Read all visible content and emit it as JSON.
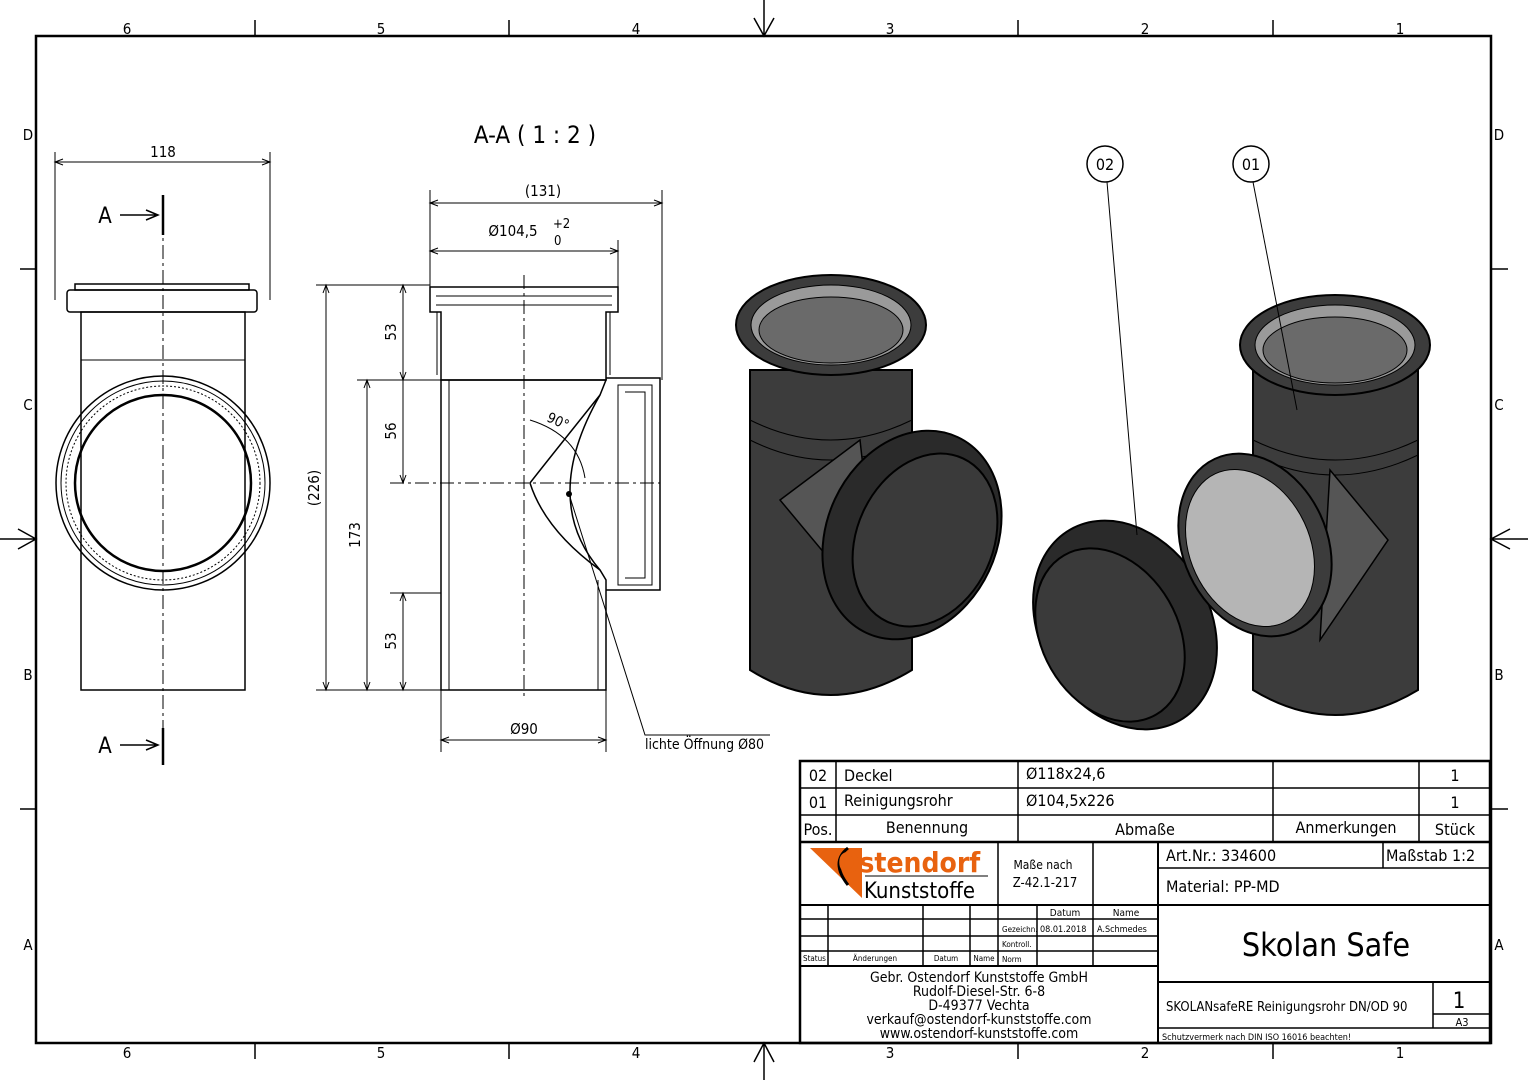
{
  "frame": {
    "columns": [
      "6",
      "5",
      "4",
      "3",
      "2",
      "1"
    ],
    "rows": [
      "D",
      "C",
      "B",
      "A"
    ]
  },
  "front_view": {
    "width_dim": "118",
    "section_marker": "A"
  },
  "section_view": {
    "title": "A-A ( 1 : 2 )",
    "dim_overall_width": "(131)",
    "dim_socket_dia": "Ø104,5",
    "dim_socket_tol_upper": "+2",
    "dim_socket_tol_lower": "0",
    "dim_total_height": "(226)",
    "dim_173": "173",
    "dim_top": "53",
    "dim_mid": "56",
    "dim_bottom": "53",
    "angle": "90°",
    "dim_pipe_dia": "Ø90",
    "opening_note": "lichte Öffnung  Ø80"
  },
  "balloons": [
    "02",
    "01"
  ],
  "parts_list": {
    "rows": [
      {
        "pos": "02",
        "name": "Deckel",
        "dims": "Ø118x24,6",
        "notes": "",
        "qty": "1"
      },
      {
        "pos": "01",
        "name": "Reinigungsrohr",
        "dims": "Ø104,5x226",
        "notes": "",
        "qty": "1"
      }
    ],
    "header": {
      "pos": "Pos.",
      "name": "Benennung",
      "dims": "Abmaße",
      "notes": "Anmerkungen",
      "qty": "Stück"
    }
  },
  "title_block": {
    "logo_top": "Ostendorf",
    "logo_bottom": "Kunststoffe",
    "standard_line1": "Maße nach",
    "standard_line2": "Z-42.1-217",
    "col_date": "Datum",
    "col_name": "Name",
    "drawn_label": "Gezeichn.",
    "drawn_date": "08.01.2018",
    "drawn_name": "A.Schmedes",
    "checked_label": "Kontroll.",
    "norm_label": "Norm",
    "rev_status": "Status",
    "rev_changes": "Änderungen",
    "rev_date": "Datum",
    "rev_name": "Name",
    "company": [
      "Gebr. Ostendorf Kunststoffe GmbH",
      "Rudolf-Diesel-Str. 6-8",
      "D-49377 Vechta",
      "verkauf@ostendorf-kunststoffe.com",
      "www.ostendorf-kunststoffe.com"
    ],
    "art_nr": "Art.Nr.: 334600",
    "scale": "Maßstab 1:2",
    "material": "Material: PP-MD",
    "product": "Skolan Safe",
    "description": "SKOLANsafeRE Reinigungsrohr DN/OD 90",
    "sheet": "1",
    "format": "A3",
    "protection_note": "Schutzvermerk nach DIN ISO 16016 beachten!"
  },
  "colors": {
    "logo_orange": "#e8620f",
    "part_fill": "#3c3c3c"
  }
}
